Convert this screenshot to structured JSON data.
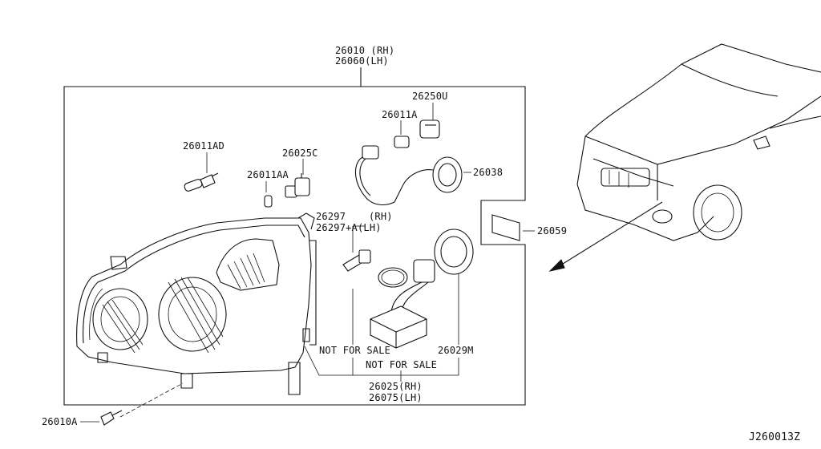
{
  "labels": {
    "assembly_rh": "26010 (RH)",
    "assembly_lh": "26060(LH)",
    "bulb_26250u": "26250U",
    "bulb_26011a": "26011A",
    "bulb_26011ad": "26011AD",
    "socket_26025c": "26025C",
    "bulb_26011aa": "26011AA",
    "cap_26038": "26038",
    "bulb_26297": "26297",
    "bulb_26297_rh": "(RH)",
    "bulb_26297a": "26297+A(LH)",
    "label_26059": "26059",
    "not_for_sale_1": "NOT FOR SALE",
    "not_for_sale_2": "NOT FOR SALE",
    "cap_26029m": "26029M",
    "ballast_rh": "26025(RH)",
    "ballast_lh": "26075(LH)",
    "screw_26010a": "26010A",
    "diagram_code": "J260013Z"
  }
}
